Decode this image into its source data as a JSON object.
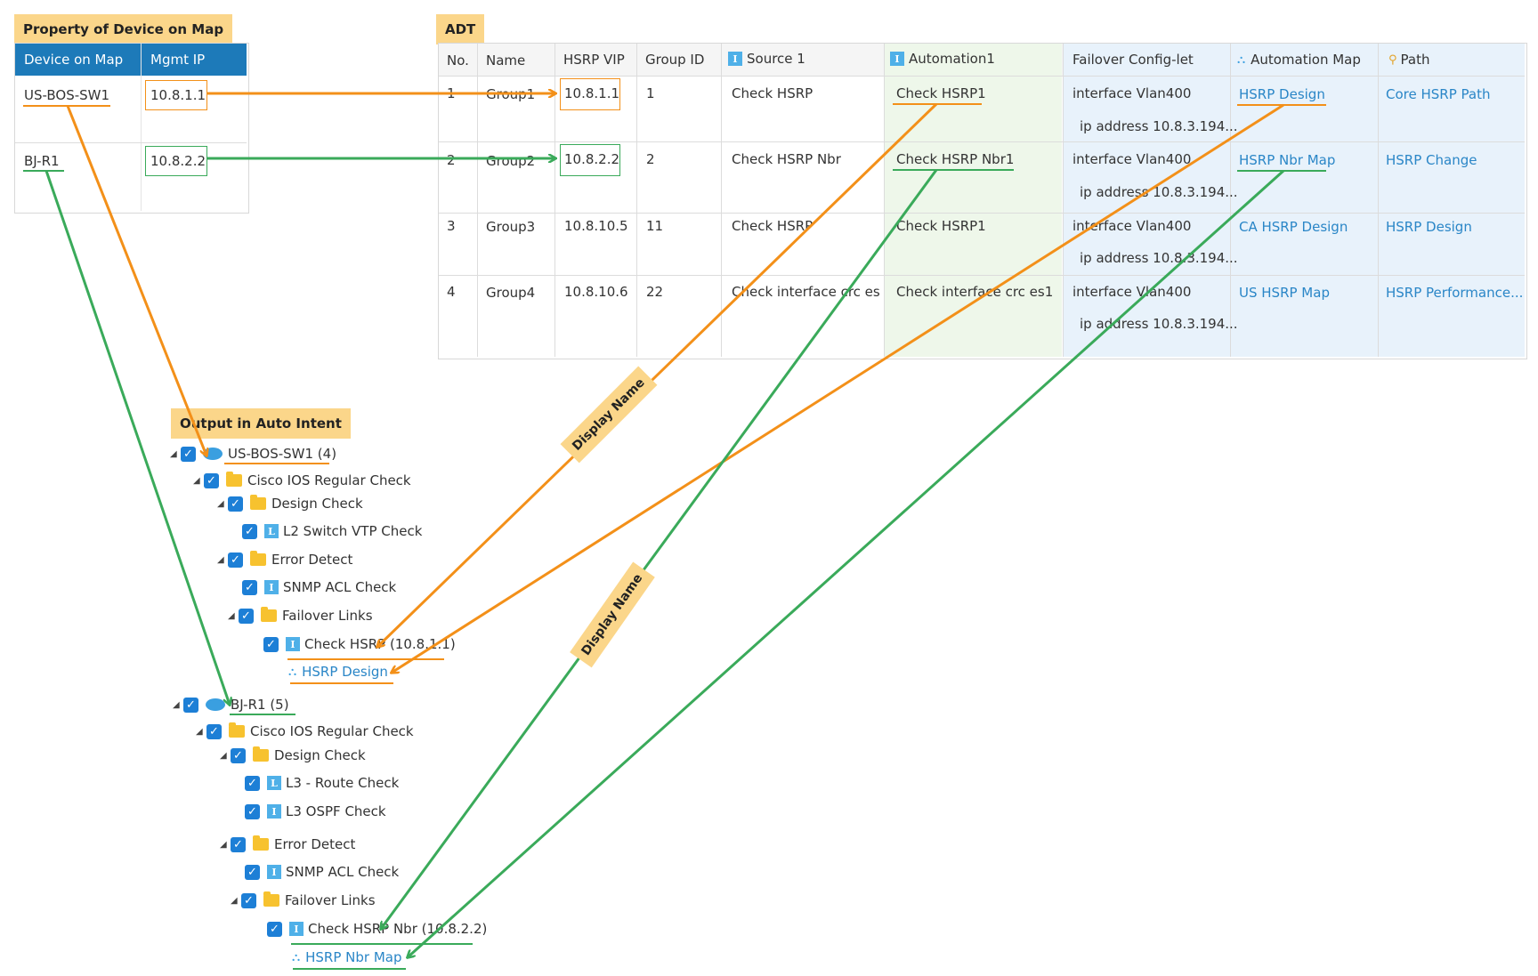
{
  "property_panel": {
    "tag": "Property of Device on Map",
    "headers": [
      "Device on Map",
      "Mgmt IP"
    ],
    "rows": [
      {
        "device": "US-BOS-SW1",
        "ip": "10.8.1.1"
      },
      {
        "device": "BJ-R1",
        "ip": "10.8.2.2"
      }
    ]
  },
  "adt": {
    "tag": "ADT",
    "headers": {
      "no": "No.",
      "name": "Name",
      "vip": "HSRP VIP",
      "group": "Group ID",
      "source": "Source 1",
      "automation": "Automation1",
      "failover": "Failover Config-let",
      "automap": "Automation Map",
      "path": "Path"
    },
    "rows": [
      {
        "no": "1",
        "name": "Group1",
        "vip": "10.8.1.1",
        "group": "1",
        "source": "Check HSRP",
        "automation": "Check HSRP1",
        "fail1": "interface Vlan400",
        "fail2": "ip address 10.8.3.194...",
        "automap": "HSRP Design",
        "path": "Core HSRP Path"
      },
      {
        "no": "2",
        "name": "Group2",
        "vip": "10.8.2.2",
        "group": "2",
        "source": "Check HSRP Nbr",
        "automation": "Check HSRP Nbr1",
        "fail1": "interface Vlan400",
        "fail2": "ip address 10.8.3.194...",
        "automap": "HSRP Nbr Map",
        "path": "HSRP Change"
      },
      {
        "no": "3",
        "name": "Group3",
        "vip": "10.8.10.5",
        "group": "11",
        "source": "Check HSRP",
        "automation": "Check HSRP1",
        "fail1": "interface Vlan400",
        "fail2": "ip address 10.8.3.194...",
        "automap": "CA HSRP Design",
        "path": "HSRP Design"
      },
      {
        "no": "4",
        "name": "Group4",
        "vip": "10.8.10.6",
        "group": "22",
        "source": "Check interface crc es",
        "automation": "Check interface crc es1",
        "fail1": "interface Vlan400",
        "fail2": "ip address 10.8.3.194...",
        "automap": "US HSRP Map",
        "path": "HSRP Performance..."
      }
    ]
  },
  "output": {
    "tag": "Output in Auto Intent",
    "tree": [
      {
        "label": "US-BOS-SW1 (4)"
      },
      {
        "label": "Cisco IOS Regular Check"
      },
      {
        "label": "Design Check"
      },
      {
        "label": "L2 Switch VTP Check"
      },
      {
        "label": "Error Detect"
      },
      {
        "label": "SNMP ACL Check"
      },
      {
        "label": "Failover Links"
      },
      {
        "label": "Check HSRP (10.8.1.1)"
      },
      {
        "label": "HSRP Design"
      },
      {
        "label": "BJ-R1 (5)"
      },
      {
        "label": "Cisco IOS Regular Check"
      },
      {
        "label": "Design Check"
      },
      {
        "label": "L3 - Route Check"
      },
      {
        "label": "L3 OSPF Check"
      },
      {
        "label": "Error Detect"
      },
      {
        "label": "SNMP ACL Check"
      },
      {
        "label": "Failover Links"
      },
      {
        "label": "Check HSRP Nbr (10.8.2.2)"
      },
      {
        "label": "HSRP Nbr Map"
      }
    ]
  },
  "callouts": [
    "Display Name",
    "Display Name"
  ],
  "colors": {
    "orange": "#f39019",
    "green": "#3aaa5a",
    "header_blue": "#1d7ab9",
    "tag_bg": "#fbd68a"
  }
}
